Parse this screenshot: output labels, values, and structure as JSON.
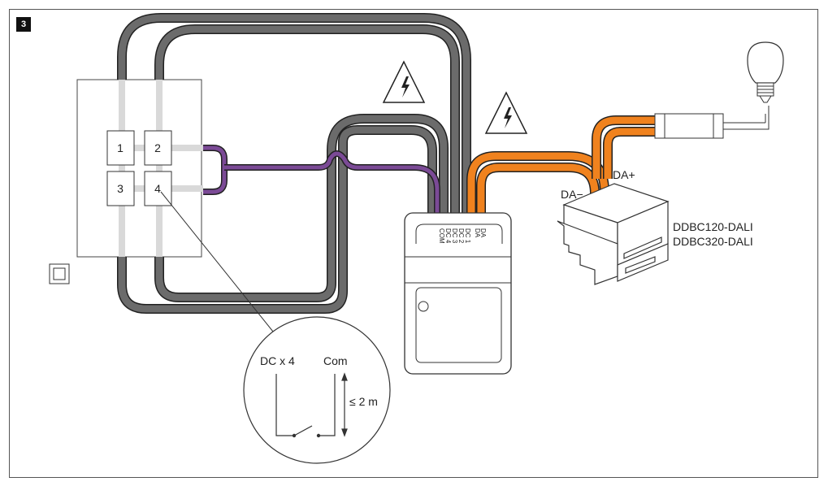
{
  "figure": {
    "number": "3"
  },
  "switch_panel": {
    "buttons": [
      "1",
      "2",
      "3",
      "4"
    ]
  },
  "module": {
    "terminals": [
      "DA",
      "DA",
      "DC 1",
      "DC 2",
      "DC 3",
      "DC 4",
      "COM"
    ]
  },
  "controller": {
    "label_lines": [
      "DDBC120-DALI",
      "DDBC320-DALI"
    ]
  },
  "bus_labels": {
    "da_minus": "DA−",
    "da_plus": "DA+"
  },
  "detail": {
    "dc_label": "DC x 4",
    "com_label": "Com",
    "distance_label": "≤ 2 m"
  },
  "colors": {
    "mains_cable": "#6b6b6b",
    "low_voltage_cable": "#7b4a96",
    "dali_cable": "#f0821e",
    "outline": "#222222"
  }
}
